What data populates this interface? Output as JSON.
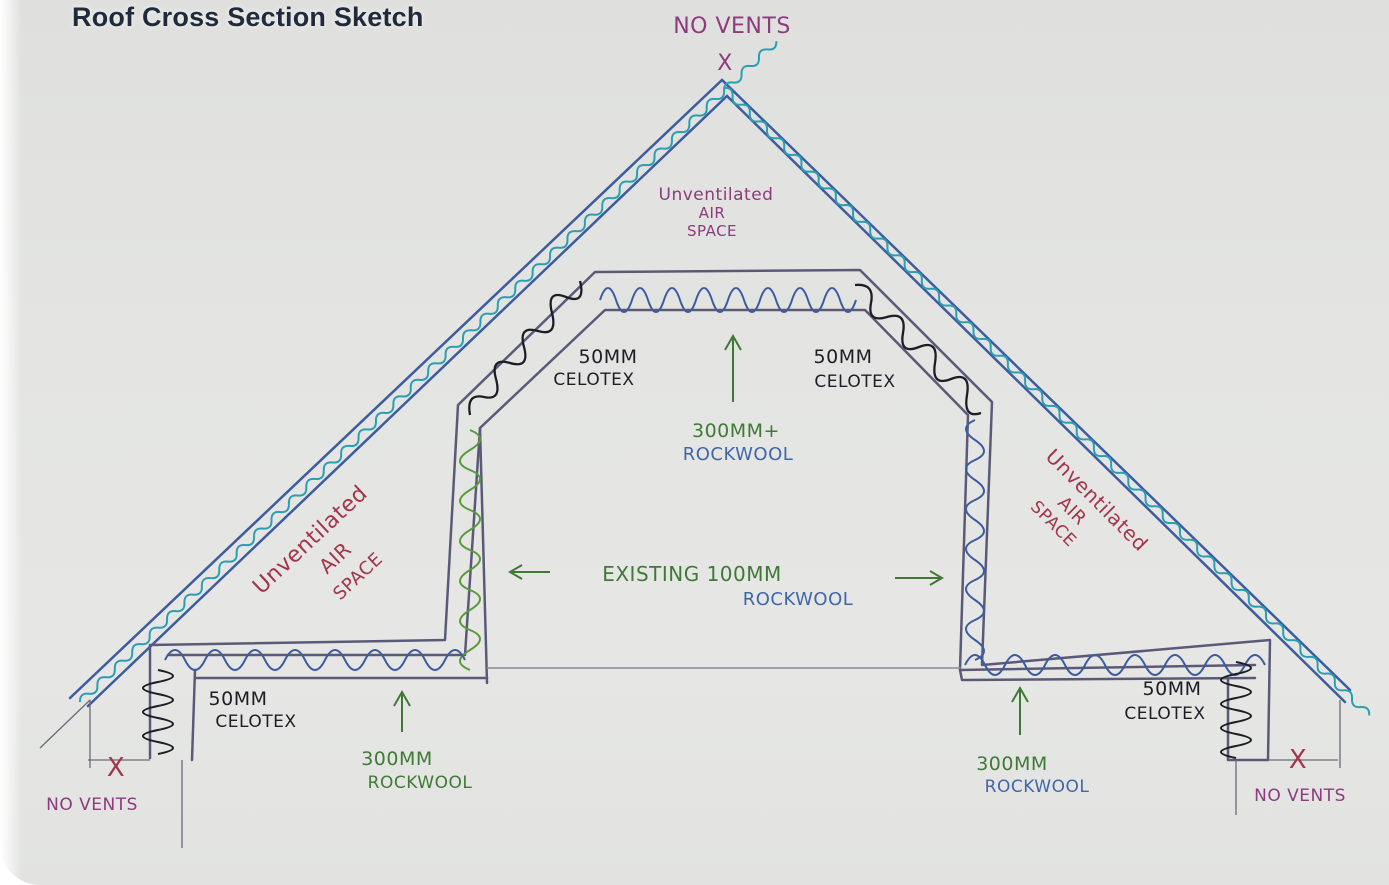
{
  "title": "Roof Cross Section Sketch",
  "labels": {
    "ridge_vents": "NO VENTS",
    "ridge_mark": "X",
    "left_eave_vents": "NO VENTS",
    "left_eave_mark": "X",
    "right_eave_vents": "NO VENTS",
    "right_eave_mark": "X",
    "top_air_space": [
      "Unventilated",
      "AIR",
      "SPACE"
    ],
    "left_air_space": [
      "Unventilated",
      "AIR",
      "SPACE"
    ],
    "right_air_space": [
      "Unventilated",
      "AIR",
      "SPACE"
    ],
    "celotex_upper_left": [
      "50MM",
      "CELOTEX"
    ],
    "celotex_upper_right": [
      "50MM",
      "CELOTEX"
    ],
    "ceiling_rockwool": [
      "300MM+",
      "ROCKWOOL"
    ],
    "existing_walls": [
      "EXISTING 100MM",
      "ROCKWOOL"
    ],
    "celotex_lower_left": [
      "50MM",
      "CELOTEX"
    ],
    "celotex_lower_right": [
      "50MM",
      "CELOTEX"
    ],
    "floor_left_rockwool": [
      "300MM",
      "ROCKWOOL"
    ],
    "floor_right_rockwool": [
      "300MM",
      "ROCKWOOL"
    ]
  },
  "colors": {
    "roof_outline": "#3d5c9e",
    "insulation_teal": "#2aa0b5",
    "celotex_black": "#1d1d24",
    "rockwool_green": "#5a9a3c",
    "structure_grey": "#5a5a6a",
    "air_space_text": "#a3354a"
  }
}
